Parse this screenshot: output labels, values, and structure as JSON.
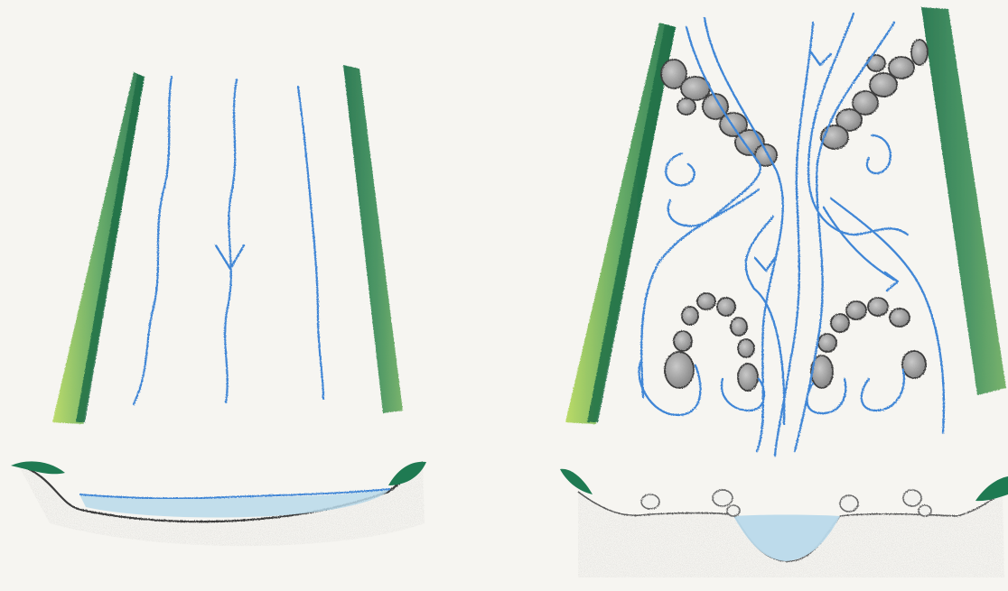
{
  "diagram": {
    "panels": [
      {
        "id": "left",
        "content": "parallel-flow",
        "elements": [
          "left-bank-vegetation",
          "right-bank-vegetation",
          "flow-line",
          "flow-arrow",
          "channel-cross-section",
          "water-surface",
          "riverbed"
        ]
      },
      {
        "id": "right",
        "content": "flow-with-rock-structures",
        "elements": [
          "left-bank-vegetation",
          "right-bank-vegetation",
          "rock-cluster",
          "flow-line",
          "eddy",
          "flow-arrow",
          "channel-cross-section",
          "pool",
          "boulder"
        ]
      }
    ],
    "colors": {
      "paper": "#f6f5f1",
      "water_line": "#3f86d6",
      "water_fill": "#b9d9ea",
      "bank_dark": "#1f7a52",
      "bank_mid": "#4c9a5e",
      "bank_light": "#a8cf5a",
      "rock_fill": "#9a9a9a",
      "rock_outline": "#3e3e3e",
      "ground": "#8f8f8f"
    }
  }
}
